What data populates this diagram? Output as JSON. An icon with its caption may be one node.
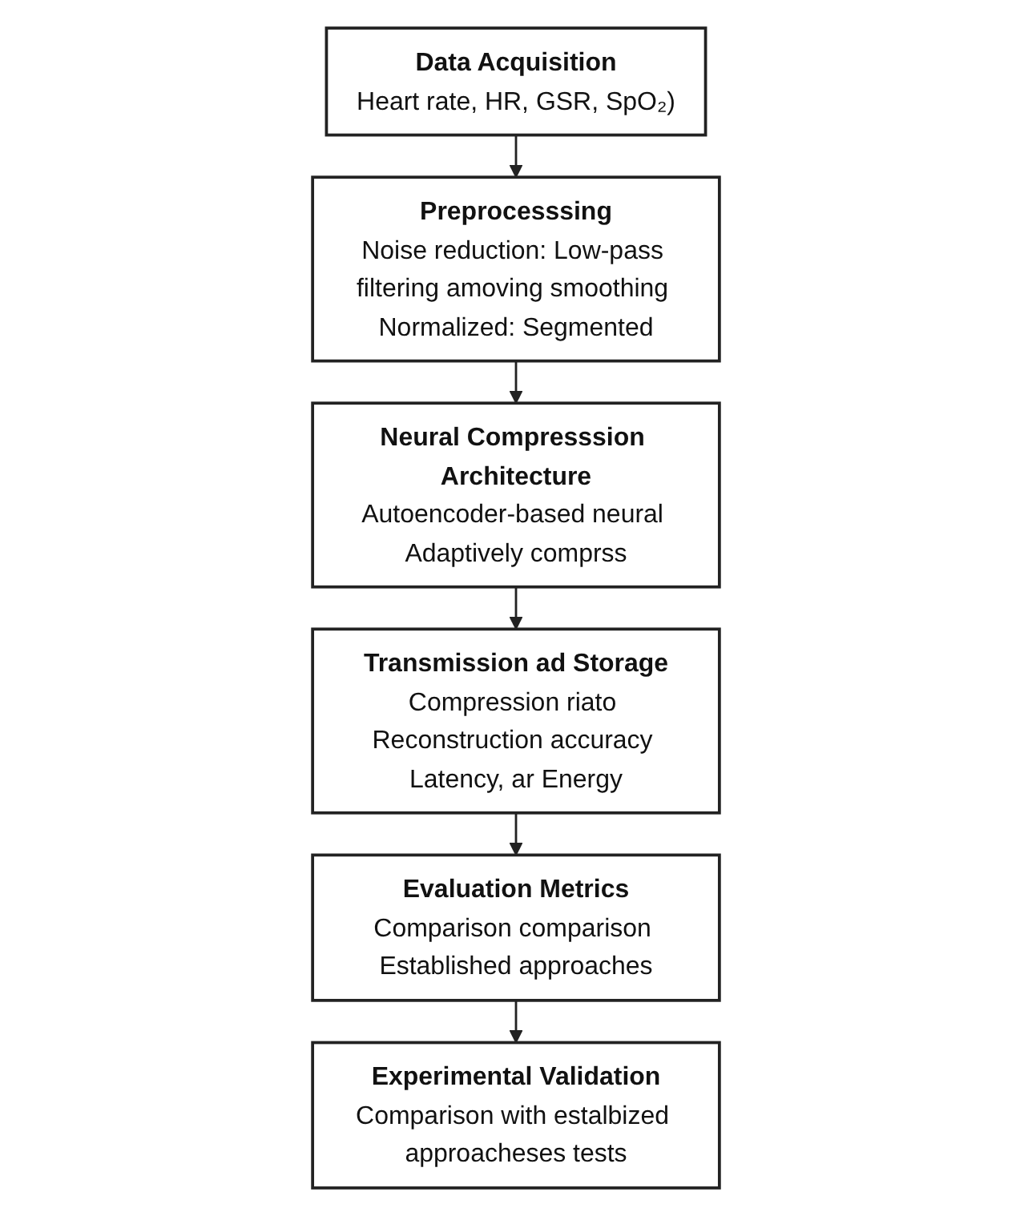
{
  "diagram": {
    "nodes": [
      {
        "text": [
          "Data Acquisition",
          "Heart rate, HR, GSR, SpO₂)"
        ]
      },
      {
        "text": [
          "Preprocesssing",
          "Noise reduction: Low-pass filtering amoving smoothing Normalized: Segmented"
        ]
      },
      {
        "text": [
          "Neural Compresssion Architecture",
          "Autoencoder-based neural Adaptively comprss"
        ]
      },
      {
        "text": [
          "Transmission ad Storage",
          "Compression riato Reconstruction accuracy Latency, ar Energy"
        ]
      },
      {
        "text": [
          "Evaluation Metrics",
          "Comparison comparison Established approaches"
        ]
      },
      {
        "text": [
          "Experimental Validation",
          "Comparison with estalbized approacheses tests"
        ]
      }
    ],
    "edges": [
      {
        "from": 0,
        "to": 1,
        "arrow": "to"
      },
      {
        "from": 1,
        "to": 2,
        "arrow": "to"
      },
      {
        "from": 2,
        "to": 3,
        "arrow": "to"
      },
      {
        "from": 3,
        "to": 4,
        "arrow": "to"
      },
      {
        "from": 4,
        "to": 5,
        "arrow": "to"
      }
    ]
  }
}
